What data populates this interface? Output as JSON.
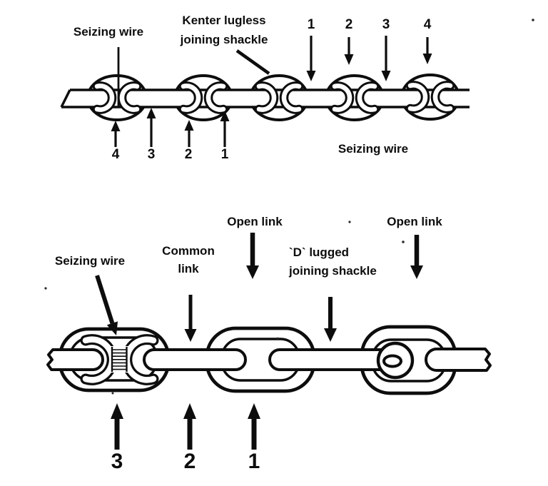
{
  "meta": {
    "background_color": "#ffffff",
    "ink_color": "#0d0d0d",
    "description": "Diagram of anchor cable joining shackles: stud-link chain with Kenter lugless joining shackle (top) and open-link chain with `D` lugged joining shackle (bottom)"
  },
  "top_figure": {
    "labels": {
      "seizing_wire_top": "Seizing wire",
      "kenter_line1": "Kenter lugless",
      "kenter_line2": "joining shackle",
      "seizing_wire_bottom": "Seizing wire"
    },
    "sequence_top": [
      "1",
      "2",
      "3",
      "4"
    ],
    "sequence_bottom": [
      "4",
      "3",
      "2",
      "1"
    ]
  },
  "bottom_figure": {
    "labels": {
      "seizing_wire": "Seizing wire",
      "common_link_line1": "Common",
      "common_link_line2": "link",
      "open_link_left": "Open link",
      "open_link_right": "Open link",
      "d_shackle_line1": "`D` lugged",
      "d_shackle_line2": "joining shackle"
    },
    "sequence": [
      "3",
      "2",
      "1"
    ]
  }
}
